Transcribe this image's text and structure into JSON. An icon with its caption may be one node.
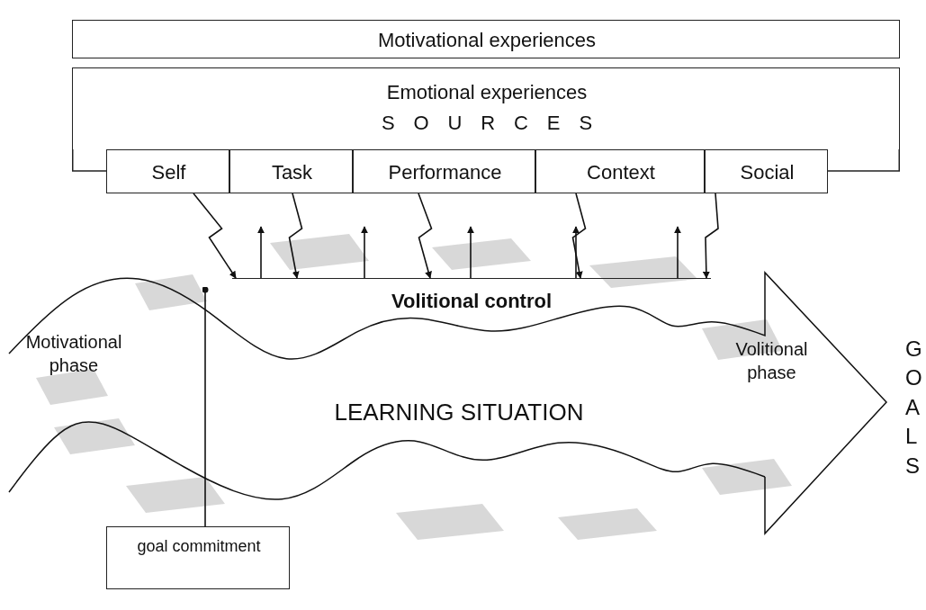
{
  "diagram": {
    "nodes": [
      {
        "text": [
          "Motivational experiences"
        ]
      },
      {
        "text": [
          "Emotional experiences",
          "SOURCES"
        ]
      },
      {
        "text": [
          "Self"
        ]
      },
      {
        "text": [
          "Task"
        ]
      },
      {
        "text": [
          "Performance"
        ]
      },
      {
        "text": [
          "Context"
        ]
      },
      {
        "text": [
          "Social"
        ]
      },
      {
        "text": [
          "Volitional control"
        ],
        "in": 8
      },
      {
        "text": [
          "Motivational phase",
          "LEARNING SITUATION",
          "Volitional phase"
        ],
        "beside": [
          "GOALS"
        ]
      },
      {
        "text": [
          "goal commitment"
        ]
      }
    ],
    "edges": [
      {
        "from": 2,
        "to": 7,
        "arrow": "to"
      },
      {
        "from": 3,
        "to": 7,
        "arrow": "to"
      },
      {
        "from": 4,
        "to": 7,
        "arrow": "to"
      },
      {
        "from": 5,
        "to": 7,
        "arrow": "to"
      },
      {
        "from": 6,
        "to": 7,
        "arrow": "to"
      },
      {
        "from": 7,
        "to": null,
        "arrow": "to"
      },
      {
        "from": 7,
        "to": null,
        "arrow": "to"
      },
      {
        "from": 7,
        "to": null,
        "arrow": "to"
      },
      {
        "from": 7,
        "to": null,
        "arrow": "to"
      },
      {
        "from": 7,
        "to": null,
        "arrow": "to"
      },
      {
        "from": 9,
        "to": 8,
        "arrow": "other"
      }
    ]
  }
}
